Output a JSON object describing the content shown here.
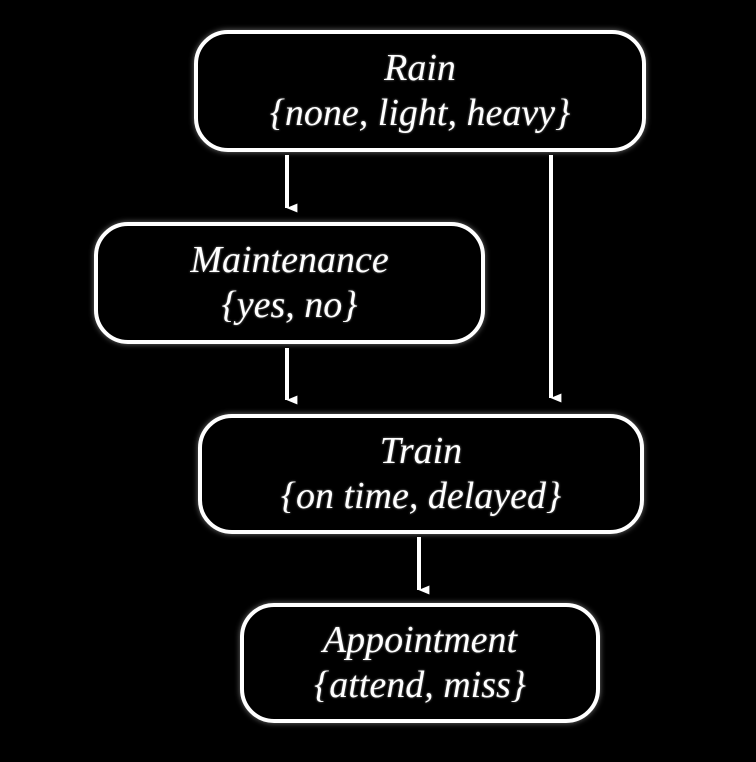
{
  "diagram": {
    "type": "bayesian-network",
    "background_color": "#000000",
    "stroke_color": "#ffffff",
    "text_color": "#ffffff",
    "nodes": [
      {
        "id": "rain",
        "title": "Rain",
        "states": "{none, light, heavy}",
        "state_list": [
          "none",
          "light",
          "heavy"
        ]
      },
      {
        "id": "maintenance",
        "title": "Maintenance",
        "states": "{yes, no}",
        "state_list": [
          "yes",
          "no"
        ]
      },
      {
        "id": "train",
        "title": "Train",
        "states": "{on time, delayed}",
        "state_list": [
          "on time",
          "delayed"
        ]
      },
      {
        "id": "appointment",
        "title": "Appointment",
        "states": "{attend, miss}",
        "state_list": [
          "attend",
          "miss"
        ]
      }
    ],
    "edges": [
      {
        "id": "rain-to-maintenance",
        "from": "Rain",
        "to": "Maintenance"
      },
      {
        "id": "rain-to-train",
        "from": "Rain",
        "to": "Train"
      },
      {
        "id": "maintenance-to-train",
        "from": "Maintenance",
        "to": "Train"
      },
      {
        "id": "train-to-appointment",
        "from": "Train",
        "to": "Appointment"
      }
    ]
  }
}
